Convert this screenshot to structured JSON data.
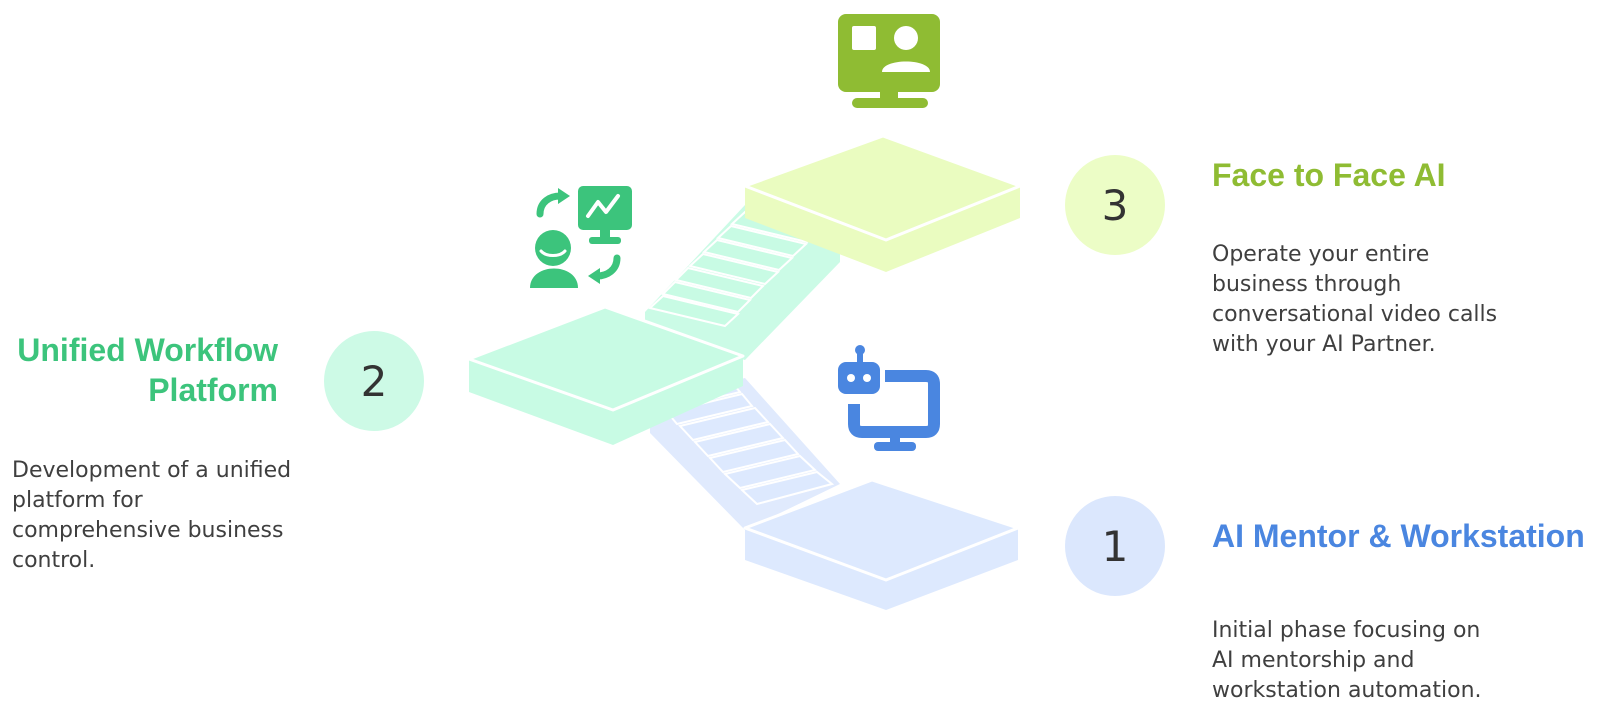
{
  "steps": [
    {
      "number": "1",
      "title": "AI Mentor & Workstation",
      "description": [
        "Initial phase focusing on",
        "AI mentorship and",
        "workstation automation."
      ],
      "color": "#4a86e0",
      "circle_color": "#dbe7fd",
      "platform_color": "#dde9fe",
      "icon": "robot-computer-icon"
    },
    {
      "number": "2",
      "title_lines": [
        "Unified Workflow",
        "Platform"
      ],
      "description": [
        "Development of a unified",
        "platform for",
        "comprehensive business",
        "control."
      ],
      "color": "#3cc47c",
      "circle_color": "#cdfae6",
      "platform_color": "#c8fbe4",
      "icon": "user-workflow-icon"
    },
    {
      "number": "3",
      "title": "Face to Face AI",
      "description": [
        "Operate your entire",
        "business through",
        "conversational video calls",
        "with your AI Partner."
      ],
      "color": "#8fbc33",
      "circle_color": "#ecfdc6",
      "platform_color": "#eafcc0",
      "icon": "video-call-icon"
    }
  ]
}
